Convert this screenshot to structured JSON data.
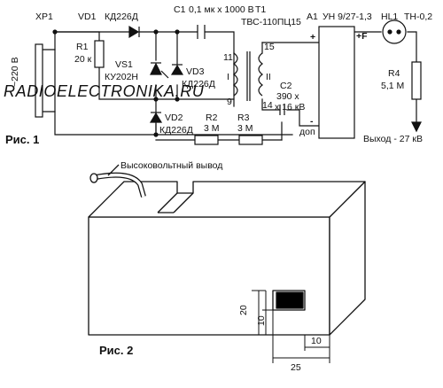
{
  "figure1": {
    "caption": "Рис. 1",
    "watermark": "RADIOELECTRONIKA.RU",
    "labels": {
      "xp1": "XP1",
      "mains": "~220 В",
      "vd1": "VD1",
      "vd1_type": "КД226Д",
      "c1": "C1",
      "c1_value": "0,1 мк х 1000 В",
      "r1": "R1",
      "r1_value": "20 к",
      "vs1": "VS1",
      "vs1_type": "КУ202Н",
      "vd3": "VD3",
      "vd3_type": "КД226Д",
      "vd2": "VD2",
      "vd2_type": "КД226Д",
      "r2": "R2",
      "r2_value": "3 М",
      "r3": "R3",
      "r3_value": "3 М",
      "t1": "T1",
      "t1_type": "ТВС-110ПЦ15",
      "winding_i": "I",
      "winding_ii": "II",
      "pin11": "11",
      "pin9": "9",
      "pin15": "15",
      "pin14": "14",
      "c2": "C2",
      "c2_value": "390 х",
      "c2_value2": "х 16 кВ",
      "a1": "A1",
      "a1_type": "УН 9/27-1,3",
      "a1_plus": "+",
      "a1_minus": "-",
      "a1_f": "+F",
      "a1_dop": "доп",
      "hl1": "HL1",
      "hl1_type": "ТН-0,2",
      "r4": "R4",
      "r4_value": "5,1 М",
      "output": "Выход - 27 кВ"
    }
  },
  "figure2": {
    "caption": "Рис. 2",
    "hv_lead_label": "Высоковольтный вывод",
    "dimensions": {
      "height_outer": "20",
      "height_inner": "10",
      "width_inner": "10",
      "width_outer": "25"
    }
  }
}
